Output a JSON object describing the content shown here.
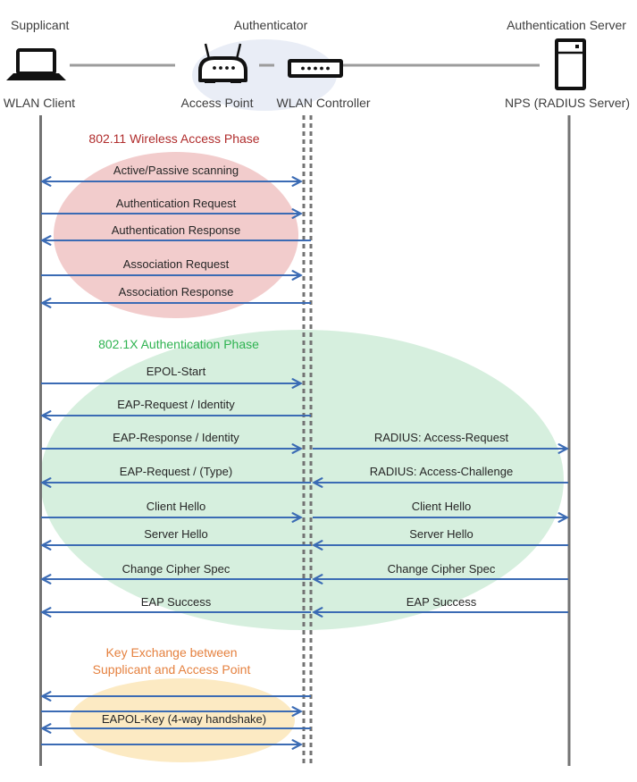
{
  "header": {
    "roles": {
      "supplicant": "Supplicant",
      "authenticator": "Authenticator",
      "auth_server": "Authentication Server"
    },
    "devices": {
      "wlan_client": "WLAN Client",
      "access_point": "Access Point",
      "wlan_controller": "WLAN Controller",
      "nps": "NPS (RADIUS Server)"
    }
  },
  "phases": [
    {
      "title": "802.11 Wireless Access Phase",
      "title_color": "#b02c2c",
      "ellipse_color": "#f2cccc"
    },
    {
      "title": "802.1X Authentication Phase",
      "title_color": "#2fb351",
      "ellipse_color": "#d6efde"
    },
    {
      "title_line1": "Key Exchange between",
      "title_line2": "Supplicant and Access Point",
      "title_color": "#e5813f",
      "ellipse_color": "#fceac3"
    }
  ],
  "colors": {
    "arrow": "#3b6bb4",
    "lifeline": "#737373",
    "connector": "#9c9c9c",
    "icon": "#111111",
    "authenticator_ellipse": "#e9edf6",
    "message_text": "#262626"
  },
  "messages": [
    {
      "left_label": "Active/Passive scanning",
      "left_dir": "both"
    },
    {
      "left_label": "Authentication Request",
      "left_dir": "right"
    },
    {
      "left_label": "Authentication Response",
      "left_dir": "left"
    },
    {
      "left_label": "Association Request",
      "left_dir": "right"
    },
    {
      "left_label": "Association Response",
      "left_dir": "left"
    },
    {
      "left_label": "EPOL-Start",
      "left_dir": "right"
    },
    {
      "left_label": "EAP-Request / Identity",
      "left_dir": "left"
    },
    {
      "left_label": "EAP-Response / Identity",
      "left_dir": "right",
      "right_label": "RADIUS: Access-Request",
      "right_dir": "right"
    },
    {
      "left_label": "EAP-Request / (Type)",
      "left_dir": "left",
      "right_label": "RADIUS: Access-Challenge",
      "right_dir": "left"
    },
    {
      "left_label": "Client Hello",
      "left_dir": "right",
      "right_label": "Client Hello",
      "right_dir": "right"
    },
    {
      "left_label": "Server Hello",
      "left_dir": "left",
      "right_label": "Server Hello",
      "right_dir": "left"
    },
    {
      "left_label": "Change Cipher Spec",
      "left_dir": "left",
      "right_label": "Change Cipher Spec",
      "right_dir": "left"
    },
    {
      "left_label": "EAP Success",
      "left_dir": "left",
      "right_label": "EAP Success",
      "right_dir": "left"
    }
  ],
  "key_exchange": {
    "label": "EAPOL-Key (4-way handshake)",
    "arrow_directions": [
      "left",
      "right",
      "left",
      "right"
    ]
  }
}
